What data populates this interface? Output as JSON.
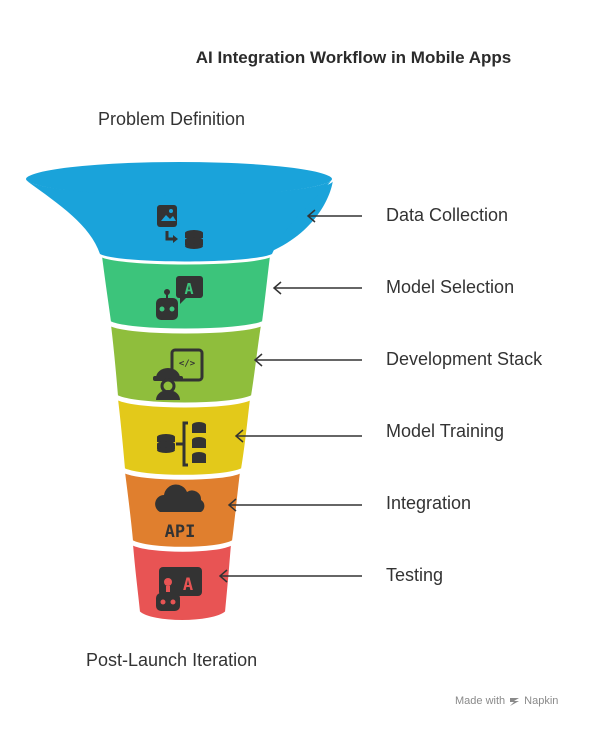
{
  "title": "AI Integration Workflow in Mobile Apps",
  "top_label": "Problem Definition",
  "bottom_label": "Post-Launch Iteration",
  "stages": [
    {
      "label": "Data Collection",
      "color": "#1aa3da",
      "icon": "image-to-database-icon"
    },
    {
      "label": "Model Selection",
      "color": "#3cc47b",
      "icon": "robot-chat-icon"
    },
    {
      "label": "Development Stack",
      "color": "#8fbe3c",
      "icon": "developer-code-icon"
    },
    {
      "label": "Model Training",
      "color": "#e3c91a",
      "icon": "database-network-icon"
    },
    {
      "label": "Integration",
      "color": "#e07f2e",
      "icon": "cloud-api-icon"
    },
    {
      "label": "Testing",
      "color": "#e85454",
      "icon": "robot-testing-icon"
    }
  ],
  "footer": {
    "prefix": "Made with",
    "brand": "Napkin"
  }
}
